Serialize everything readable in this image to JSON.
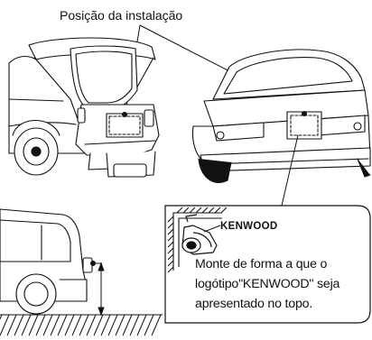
{
  "title": "Posição da instalação",
  "brand": "KENWOOD",
  "note_lines": [
    "Monte de forma a que o",
    "logótipo\"KENWOOD\" seja",
    "apresentado no topo."
  ],
  "colors": {
    "line": "#111111",
    "background": "#ffffff"
  }
}
